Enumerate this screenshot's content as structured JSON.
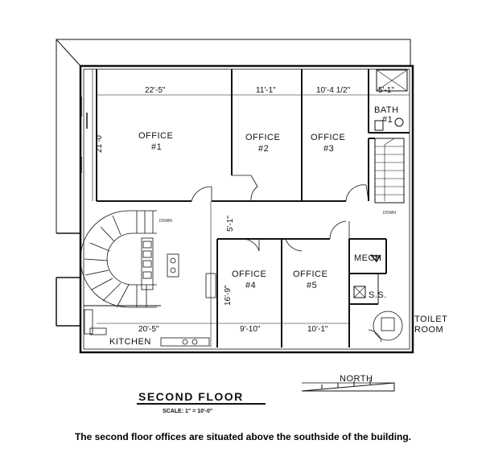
{
  "rooms": {
    "office1": [
      "OFFICE",
      "#1"
    ],
    "office2": [
      "OFFICE",
      "#2"
    ],
    "office3": [
      "OFFICE",
      "#3"
    ],
    "office4": [
      "OFFICE",
      "#4"
    ],
    "office5": [
      "OFFICE",
      "#5"
    ],
    "bath": [
      "BATH",
      "#1"
    ],
    "mech": "MECH",
    "ss": "S.S.",
    "toilet": [
      "TOILET",
      "ROOM"
    ],
    "kitchen": "KITCHEN"
  },
  "dimensions": {
    "office1_width": "22'-5\"",
    "office2_width": "11'-1\"",
    "office3_width": "10'-4 1/2\"",
    "bath_width": "5'-1\"",
    "office1_depth": "21'-0\"",
    "hall_width": "5'-1\"",
    "lower_depth": "16'-9\"",
    "kitchen_width": "20'-5\"",
    "office4_width": "9'-10\"",
    "office5_width": "10'-1\""
  },
  "stair_labels": {
    "left": "DOWN",
    "right": "DOWN"
  },
  "north_label": "NORTH",
  "title": "SECOND FLOOR",
  "scale": "SCALE: 1\" = 10'-0\"",
  "caption": "The second floor offices are situated above the southside of the building."
}
